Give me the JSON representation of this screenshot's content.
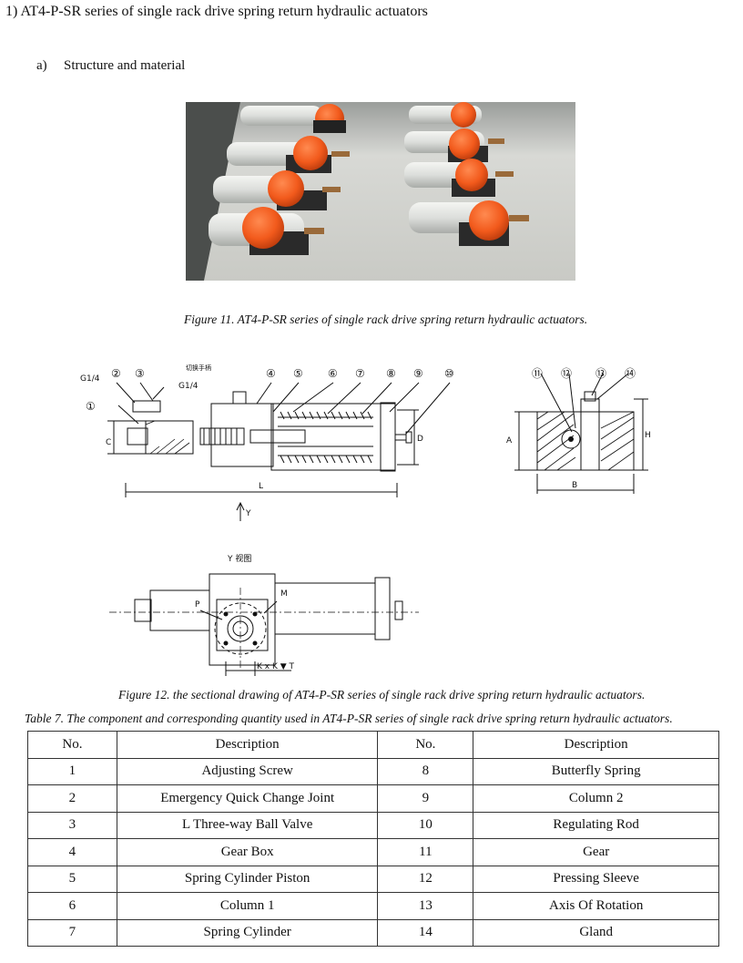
{
  "heading": "1) AT4-P-SR series of single rack drive spring return hydraulic actuators",
  "subheading": {
    "marker": "a)",
    "text": "Structure and material"
  },
  "figure11_caption": "Figure 11. AT4-P-SR series of single rack drive spring return hydraulic actuators.",
  "drawing_labels": {
    "port_left": "G1/4",
    "port_right": "G1/4",
    "handle_note": "切换手柄",
    "callouts_main": [
      "①",
      "②",
      "③",
      "④",
      "⑤",
      "⑥",
      "⑦",
      "⑧",
      "⑨",
      "⑩"
    ],
    "callouts_side": [
      "⑪",
      "⑫",
      "⑬",
      "⑭"
    ],
    "dim_C": "C",
    "dim_L": "L",
    "dim_D": "D",
    "dim_A": "A",
    "dim_B": "B",
    "dim_H": "H",
    "arrow_Y": "Y",
    "view_Y": "Y 视图",
    "dim_P": "P",
    "dim_M": "M",
    "dim_KKT": "K x K ▼ T"
  },
  "figure12_caption": "Figure 12. the sectional drawing of AT4-P-SR series of single rack drive spring return hydraulic actuators.",
  "table7_caption": "Table 7. The component and corresponding quantity used in AT4-P-SR series of single rack drive spring return hydraulic actuators.",
  "table": {
    "headers": [
      "No.",
      "Description",
      "No.",
      "Description"
    ],
    "rows": [
      [
        "1",
        "Adjusting Screw",
        "8",
        "Butterfly Spring"
      ],
      [
        "2",
        "Emergency Quick Change Joint",
        "9",
        "Column 2"
      ],
      [
        "3",
        "L Three-way Ball Valve",
        "10",
        "Regulating Rod"
      ],
      [
        "4",
        "Gear Box",
        "11",
        "Gear"
      ],
      [
        "5",
        "Spring Cylinder Piston",
        "12",
        "Pressing Sleeve"
      ],
      [
        "6",
        "Column 1",
        "13",
        "Axis Of Rotation"
      ],
      [
        "7",
        "Spring Cylinder",
        "14",
        "Gland"
      ]
    ]
  }
}
